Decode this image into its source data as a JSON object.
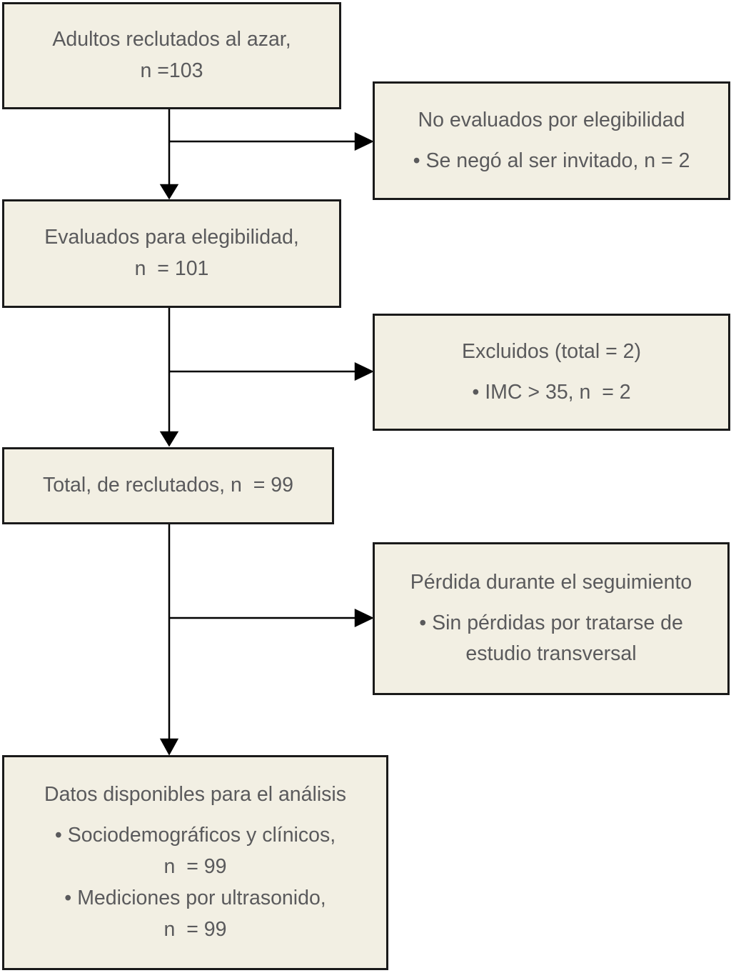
{
  "colors": {
    "box_fill": "#f2efe3",
    "box_border": "#1a1a1a",
    "text": "#5a5a5c",
    "arrow": "#000000",
    "background": "#ffffff"
  },
  "glyphs": {
    "bullet": "• "
  },
  "boxes": {
    "recruited": {
      "line1": "Adultos reclutados al azar,",
      "line2": "n =103"
    },
    "not_evaluated": {
      "heading": "No evaluados por elegibilidad",
      "bullet1": "Se negó al ser invitado, n = 2"
    },
    "evaluated": {
      "line1": "Evaluados para elegibilidad,",
      "line2": "n  = 101"
    },
    "excluded": {
      "heading": "Excluidos (total = 2)",
      "bullet1": "IMC > 35, n  = 2"
    },
    "total": {
      "line1": "Total, de reclutados, n  = 99"
    },
    "followup": {
      "heading": "Pérdida durante el seguimiento",
      "bullet1": "Sin pérdidas por tratarse de estudio transversal"
    },
    "analysis": {
      "heading": "Datos disponibles para el análisis",
      "bullet1": "Sociodemográficos y clínicos,",
      "count1": "n  = 99",
      "bullet2": "Mediciones por ultrasonido,",
      "count2": "n  = 99"
    }
  }
}
